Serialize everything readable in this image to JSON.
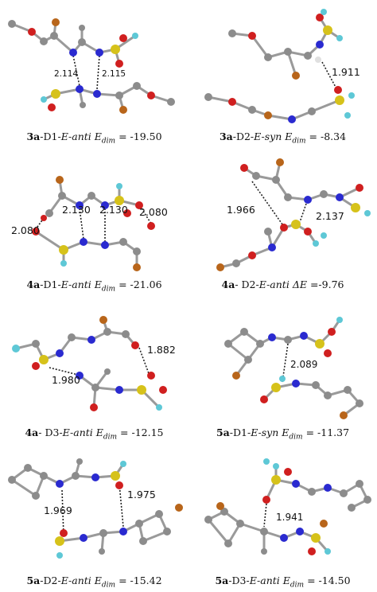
{
  "colors": {
    "carbon": "#8c8c8c",
    "hydrogen": "#e0e0e0",
    "nitrogen": "#2a2ad0",
    "oxygen": "#d01f1f",
    "sulfur": "#d6c21a",
    "fluorine": "#5ec8d6",
    "bromine": "#b8651a"
  },
  "panels": [
    {
      "caption": {
        "bold": "3a",
        "mid": "-D1-",
        "italic": "E-anti",
        "symbol": "E",
        "sub": "dim",
        "value": " = -19.50"
      },
      "distances": [
        "2.114",
        "2.115"
      ]
    },
    {
      "caption": {
        "bold": "3a",
        "mid": "-D2-",
        "italic": "E-syn",
        "symbol": "E",
        "sub": "dim",
        "value": " = -8.34"
      },
      "distances": [
        "1.911"
      ]
    },
    {
      "caption": {
        "bold": "4a",
        "mid": "-D1-",
        "italic": "E-anti",
        "symbol": "E",
        "sub": "dim",
        "value": " = -21.06"
      },
      "distances": [
        "2.130",
        "2.130",
        "2.080",
        "2.080"
      ]
    },
    {
      "caption": {
        "bold": "4a",
        "mid": "- D2-",
        "italic": "E-anti",
        "symbol": "ΔE",
        "sub": "",
        "value": " =-9.76"
      },
      "distances": [
        "1.966",
        "2.137"
      ]
    },
    {
      "caption": {
        "bold": "4a",
        "mid": "- D3-",
        "italic": "E-anti",
        "symbol": "E",
        "sub": "dim",
        "value": " = -12.15"
      },
      "distances": [
        "1.882",
        "1.980"
      ]
    },
    {
      "caption": {
        "bold": "5a",
        "mid": "-D1-",
        "italic": "E-syn",
        "symbol": "E",
        "sub": "dim",
        "value": " = -11.37"
      },
      "distances": [
        "2.089"
      ]
    },
    {
      "caption": {
        "bold": "5a",
        "mid": "-D2-",
        "italic": "E-anti",
        "symbol": "E",
        "sub": "dim",
        "value": " = -15.42"
      },
      "distances": [
        "1.969",
        "1.975"
      ]
    },
    {
      "caption": {
        "bold": "5a",
        "mid": "-D3-",
        "italic": "E-anti",
        "symbol": "E",
        "sub": "dim",
        "value": " = -14.50"
      },
      "distances": [
        "1.941"
      ]
    }
  ]
}
